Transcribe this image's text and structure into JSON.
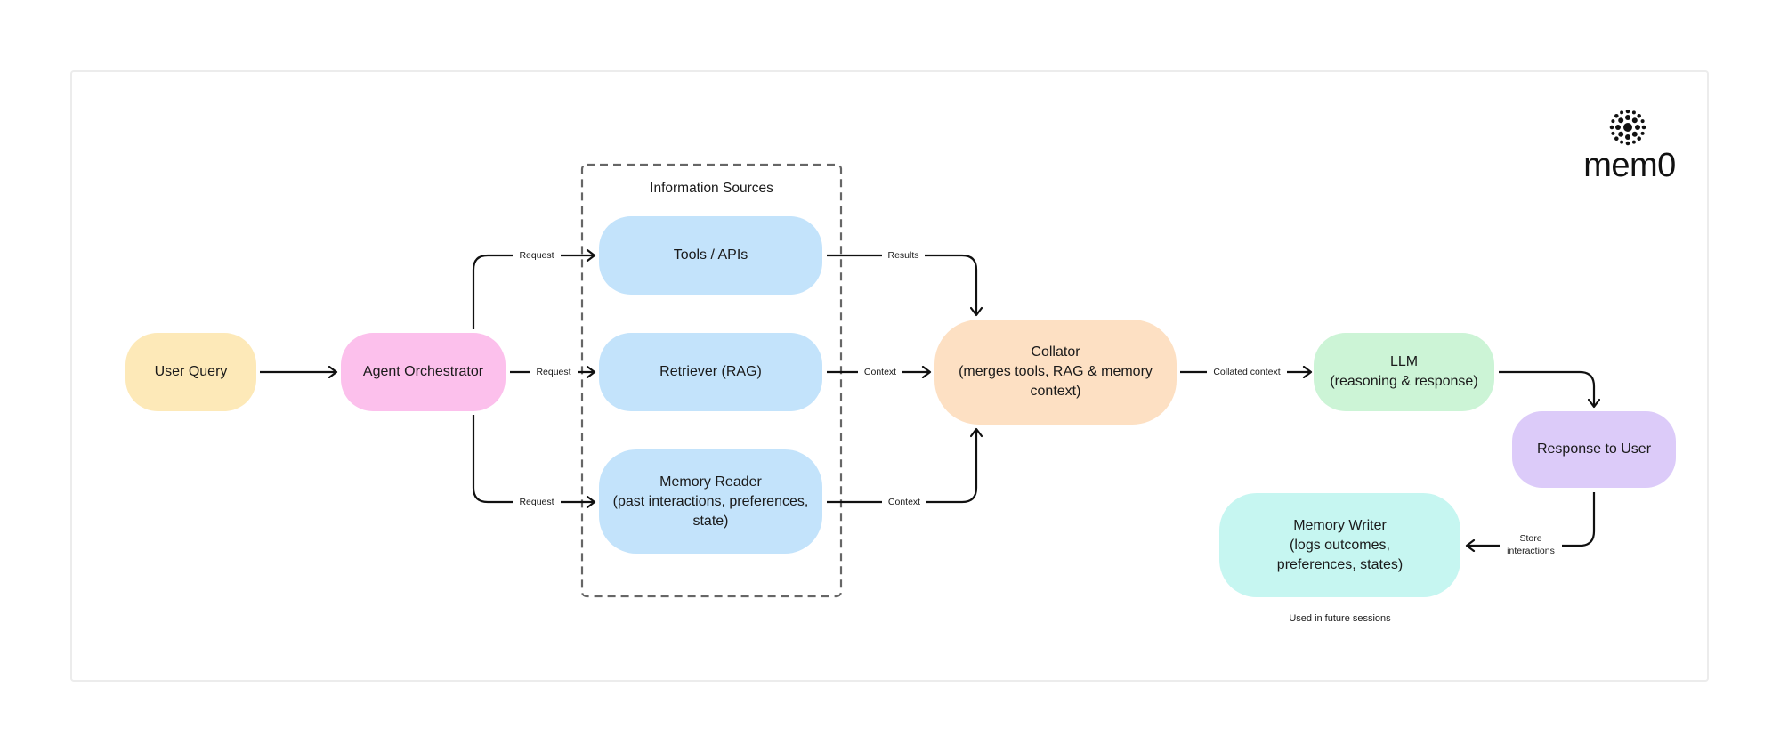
{
  "logo": {
    "text": "mem0",
    "icon": "memory-dots-icon"
  },
  "group": {
    "title": "Information Sources"
  },
  "nodes": {
    "user_query": {
      "label": "User Query",
      "color": "#fde9b8"
    },
    "agent_orchestrator": {
      "label": "Agent Orchestrator",
      "color": "#fcc0ec"
    },
    "tools_apis": {
      "label": "Tools / APIs",
      "color": "#c3e3fb"
    },
    "retriever": {
      "label": "Retriever (RAG)",
      "color": "#c3e3fb"
    },
    "memory_reader": {
      "label": "Memory Reader\n(past interactions, preferences,\nstate)",
      "color": "#c3e3fb"
    },
    "collator": {
      "label": "Collator\n(merges tools, RAG & memory\ncontext)",
      "color": "#fde0c3"
    },
    "llm": {
      "label": "LLM\n(reasoning & response)",
      "color": "#ccf4d6"
    },
    "response": {
      "label": "Response to User",
      "color": "#dccbf9"
    },
    "memory_writer": {
      "label": "Memory Writer\n(logs outcomes,\npreferences, states)",
      "color": "#c6f6f1"
    }
  },
  "edges": {
    "request_tools": "Request",
    "request_retriever": "Request",
    "request_memory": "Request",
    "results": "Results",
    "context_retriever": "Context",
    "context_memory": "Context",
    "collated_context": "Collated context",
    "store_interactions": "Store\ninteractions"
  },
  "caption": "Used in future sessions"
}
